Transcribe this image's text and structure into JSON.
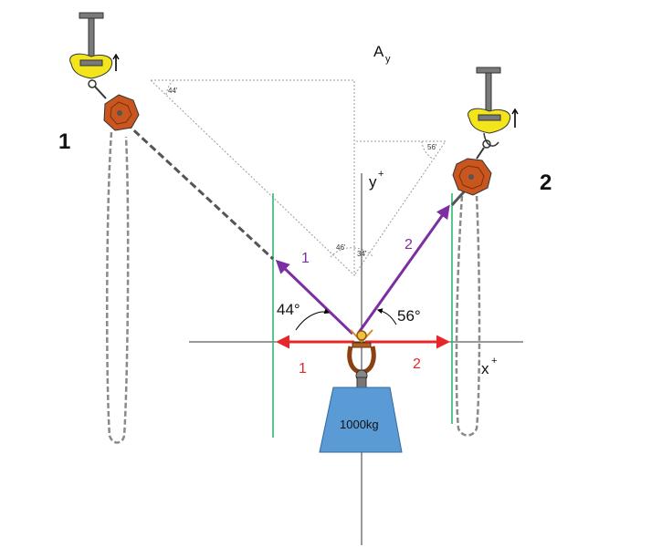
{
  "title_label": "A",
  "title_subscript": "y",
  "hoist_left_label": "1",
  "hoist_right_label": "2",
  "axis_y_label": "y",
  "axis_x_label": "x",
  "axis_sup": "+",
  "angle_small_left_top": "44'",
  "angle_small_right_top": "56'",
  "angle_small_center_left": "46'",
  "angle_small_center_right": "34'",
  "angle_left": "44°",
  "angle_right": "56°",
  "rope_label_left": "1",
  "rope_label_right": "2",
  "horiz_label_left": "1",
  "horiz_label_right": "2",
  "weight_label": "1000kg",
  "colors": {
    "purple": "#7b2fa1",
    "red": "#e8262a",
    "green": "#2eb872",
    "weight": "#5b9bd5",
    "hoist": "#c8561e",
    "clamp": "#f3e51c",
    "dashed": "#8a8a8a"
  }
}
